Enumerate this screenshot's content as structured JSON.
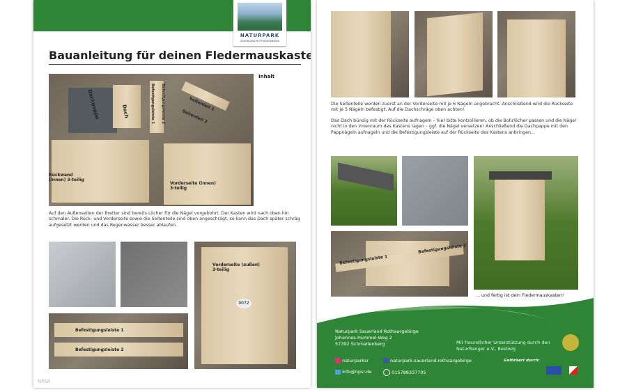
{
  "left_page": {
    "logo": {
      "name": "NATURPARK",
      "subtitle": "SAUERLAND ROTHAARGEBIRGE"
    },
    "title": "Bauanleitung für deinen Fledermauskasten",
    "contents_label": "Inhalt",
    "photo1_labels": [
      "Dachpappe",
      "Dach",
      "Befestigungsleiste 1",
      "Befestigungsleiste 2",
      "Seitenteil 1",
      "Seitenteil 2",
      "Rückwand (innen) 3-teilig",
      "Vorderseite (innen) 3-teilig"
    ],
    "paragraph": "Auf den Außenseiten der Bretter sind bereits Löcher für die Nägel vorgebohrt. Der Kasten wird nach oben hin schmaler. Die Rück- und Vorderseite sowie die Seitenteile sind oben angeschrägt, so kann das Dach später schräg aufgesetzt werden und das Regenwasser besser ablaufen.",
    "photo_front_label": "Vorderseite (außen) 3-teilig",
    "photo_front_number": "0072",
    "strip_labels": [
      "Befestigungsleiste 1",
      "Befestigungsleiste 2"
    ],
    "watermark": "NPSR"
  },
  "right_page": {
    "paragraph1": "Die Seitenteile werden zuerst an der Vorderseite mit je 6 Nägeln angebracht. Anschließend wird die Rückseite mit je 5 Nägeln befestigt. Auf die Dachschräge oben achten!",
    "paragraph2": "Das Dach bündig mit der Rückseite aufnageln – hier bitte kontrollieren, ob die Bohrlöcher passen und die Nägel nicht in den Innenraum des Kastens ragen – ggf. die Nägel versetzen! Anschließend die Dachpappe mit den Pappnägeln aufnageln und die Befestigungsleiste auf der Rückseite des Kastens anbringen...",
    "strip_labels": [
      "Befestigungsleiste 1",
      "Befestigungsleiste 2"
    ],
    "finished_caption": "... und fertig ist dein Fledermauskasten!",
    "footer": {
      "org": "Naturpark Sauerland Rothaargebirge",
      "street": "Johannes-Hummel-Weg 2",
      "city": "57392 Schmallenberg",
      "support": "Mit freundlicher Unterstützung durch den",
      "supporter": "NaturRanger e.V., Bestwig",
      "instagram": "naturparksr",
      "facebook": "naturpark.sauerland.rothaargebirge",
      "email": "info@npsr.de",
      "phone": "015788337705",
      "funded_by": "Gefördert durch:"
    },
    "colors": {
      "green": "#2e8535",
      "dark_green": "#256b2b"
    }
  }
}
